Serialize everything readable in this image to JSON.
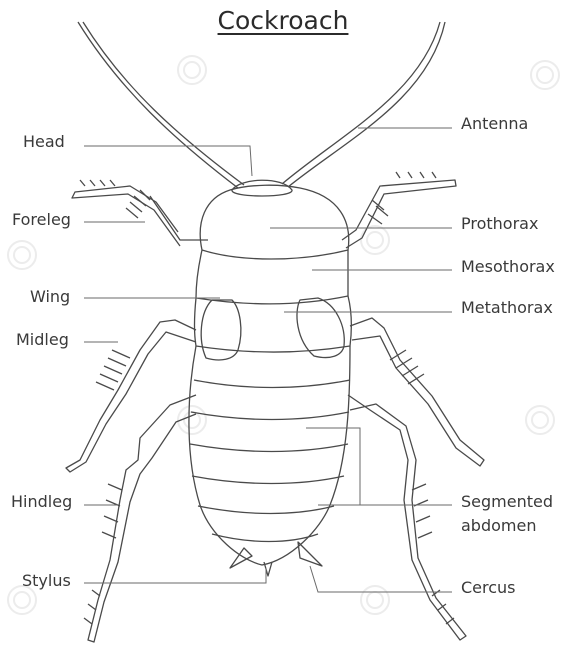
{
  "title": "Cockroach",
  "labels_left": {
    "head": "Head",
    "foreleg": "Foreleg",
    "wing": "Wing",
    "midleg": "Midleg",
    "hindleg": "Hindleg",
    "stylus": "Stylus"
  },
  "labels_right": {
    "antenna": "Antenna",
    "prothorax": "Prothorax",
    "mesothorax": "Mesothorax",
    "metathorax": "Metathorax",
    "segmented_line1": "Segmented",
    "segmented_line2": "abdomen",
    "cercus": "Cercus"
  },
  "colors": {
    "outline": "#4a4a4a",
    "leader": "#6a6a6a",
    "watermark": "#e9e9e9"
  }
}
